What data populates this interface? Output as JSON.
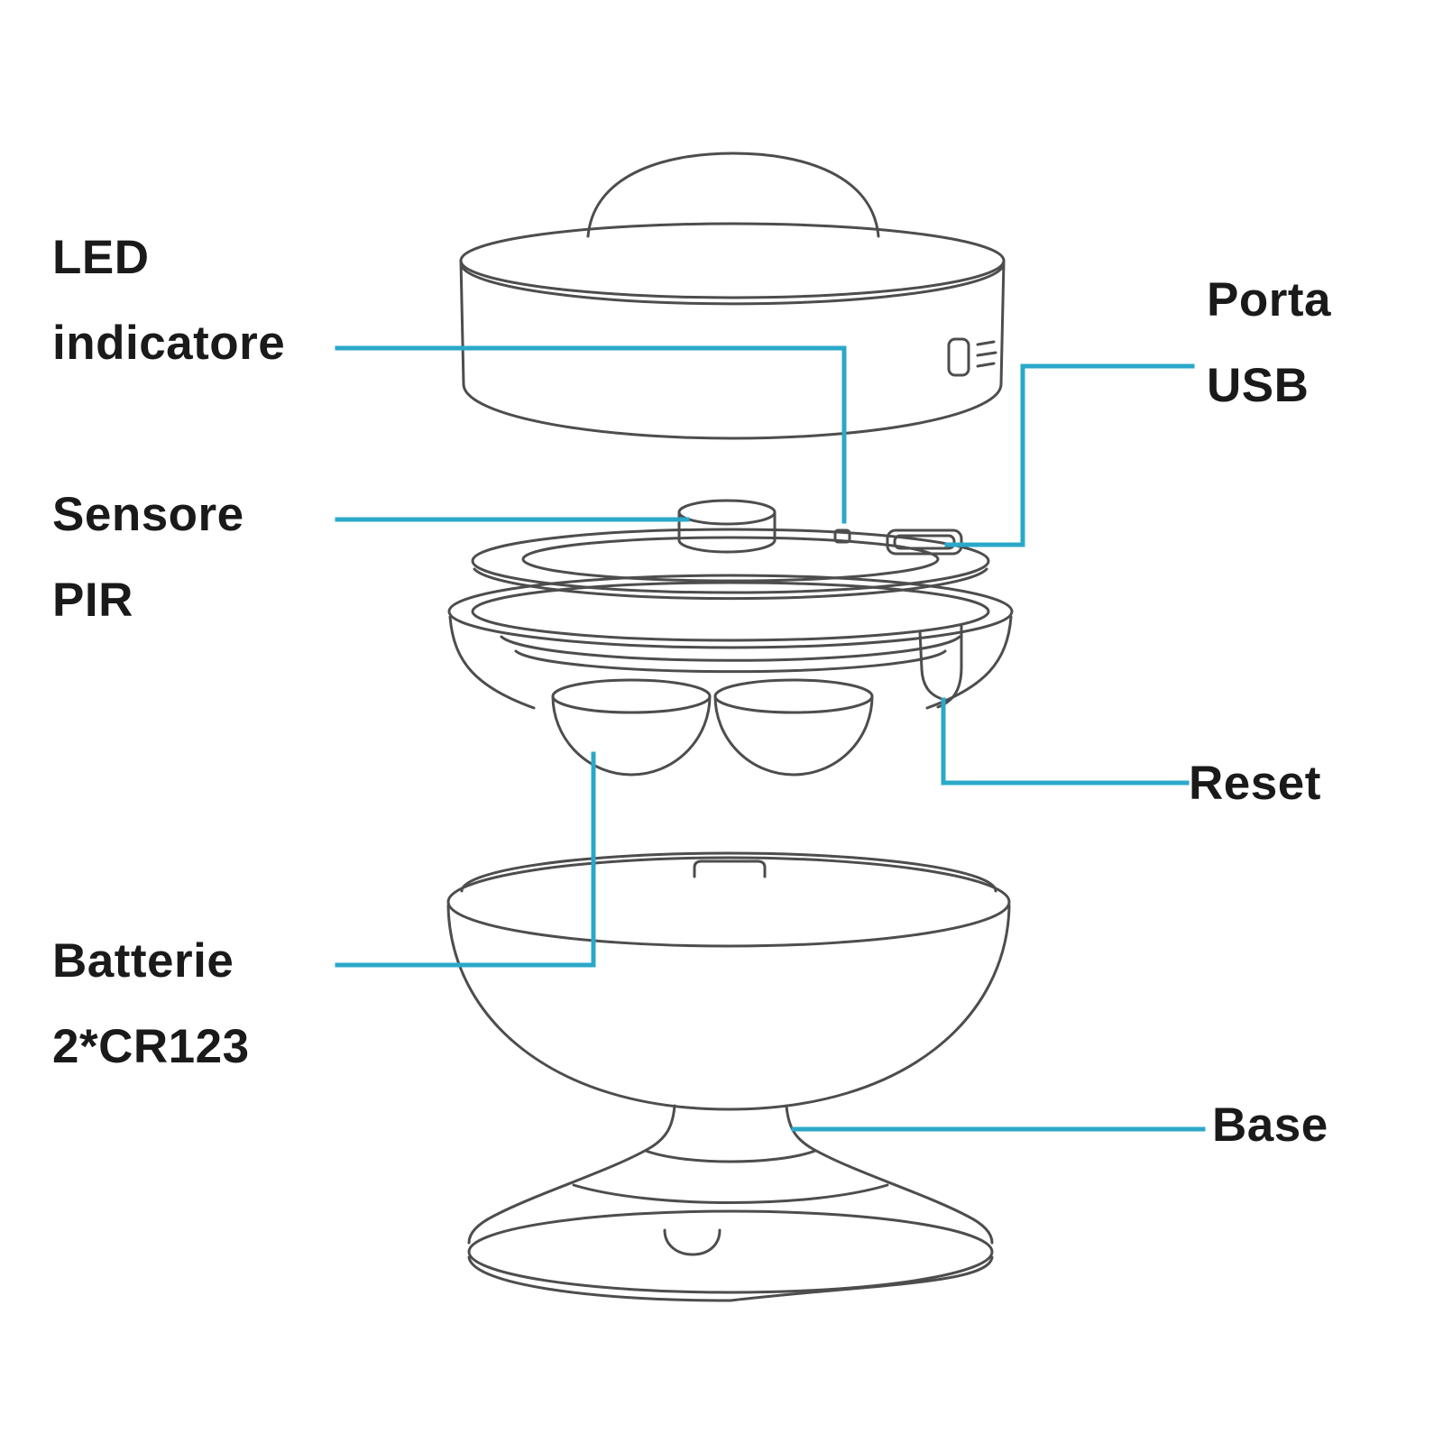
{
  "colors": {
    "accent": "#2BA8C9",
    "line": "#4D4D4D",
    "text": "#1A1A1A",
    "background": "#FFFFFF"
  },
  "labels": {
    "led": {
      "line1": "LED",
      "line2": "indicatore"
    },
    "pir": {
      "line1": "Sensore",
      "line2": "PIR"
    },
    "battery": {
      "line1": "Batterie",
      "line2": "2*CR123"
    },
    "usb": {
      "line1": "Porta",
      "line2": "USB"
    },
    "reset": {
      "text": "Reset"
    },
    "base": {
      "text": "Base"
    }
  }
}
